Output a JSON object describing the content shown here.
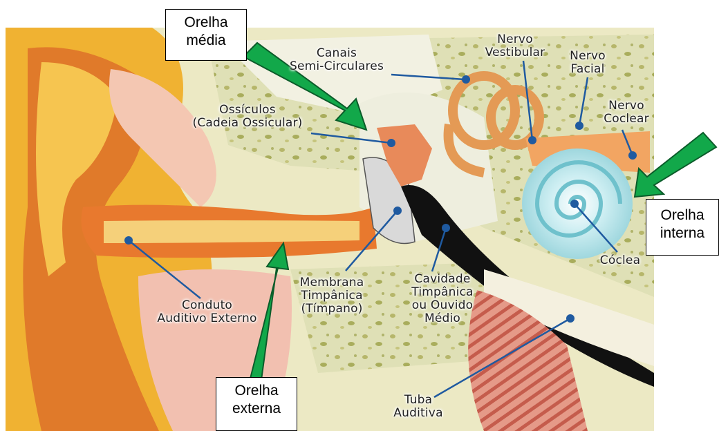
{
  "labels": {
    "canais": "Canais\nSemi-Circulares",
    "vestibular": "Nervo\nVestibular",
    "facial": "Nervo\nFacial",
    "coclear": "Nervo\nCoclear",
    "ossiculos": "Ossículos\n(Cadeia Ossicular)",
    "conduto": "Conduto\nAuditivo Externo",
    "membrana": "Membrana\nTimpânica\n(Tímpano)",
    "cavidade": "Cavidade\nTimpânica\nou Ouvido\nMédio",
    "coclea": "Cóclea",
    "tuba": "Tuba\nAuditiva"
  },
  "boxes": {
    "media": "Orelha\nmédia",
    "interna": "Orelha\ninterna",
    "externa": "Orelha\nexterna"
  },
  "colors": {
    "arrow": "#12a84a",
    "pointer": "#1f5aa0",
    "skin": "#f0b232",
    "bone": "#e6e2b8"
  }
}
